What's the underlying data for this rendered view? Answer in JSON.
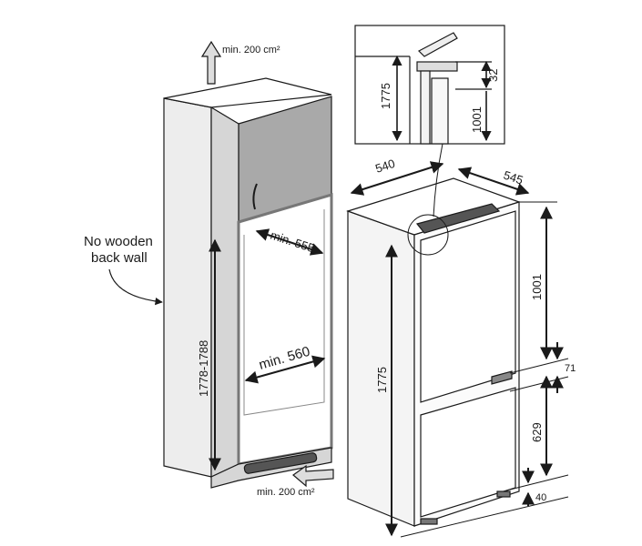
{
  "labels": {
    "vent_top": "min. 200 cm²",
    "vent_bottom": "min. 200 cm²",
    "no_wooden_line1": "No wooden",
    "no_wooden_line2": "back wall",
    "niche_depth": "min. 555",
    "niche_width": "min. 560",
    "niche_height": "1778-1788",
    "fridge_width": "540",
    "fridge_depth": "545",
    "fridge_height": "1775",
    "door_upper": "1001",
    "gap_middle": "71",
    "door_lower": "629",
    "bottom_offset": "40",
    "detail_height": "1775",
    "detail_upper": "1001",
    "detail_top_gap": "32"
  },
  "colors": {
    "line": "#1a1a1a",
    "cabinet_panel": "#a9a9a9",
    "cabinet_light": "#ededed",
    "fridge_body": "#f4f4f4"
  }
}
